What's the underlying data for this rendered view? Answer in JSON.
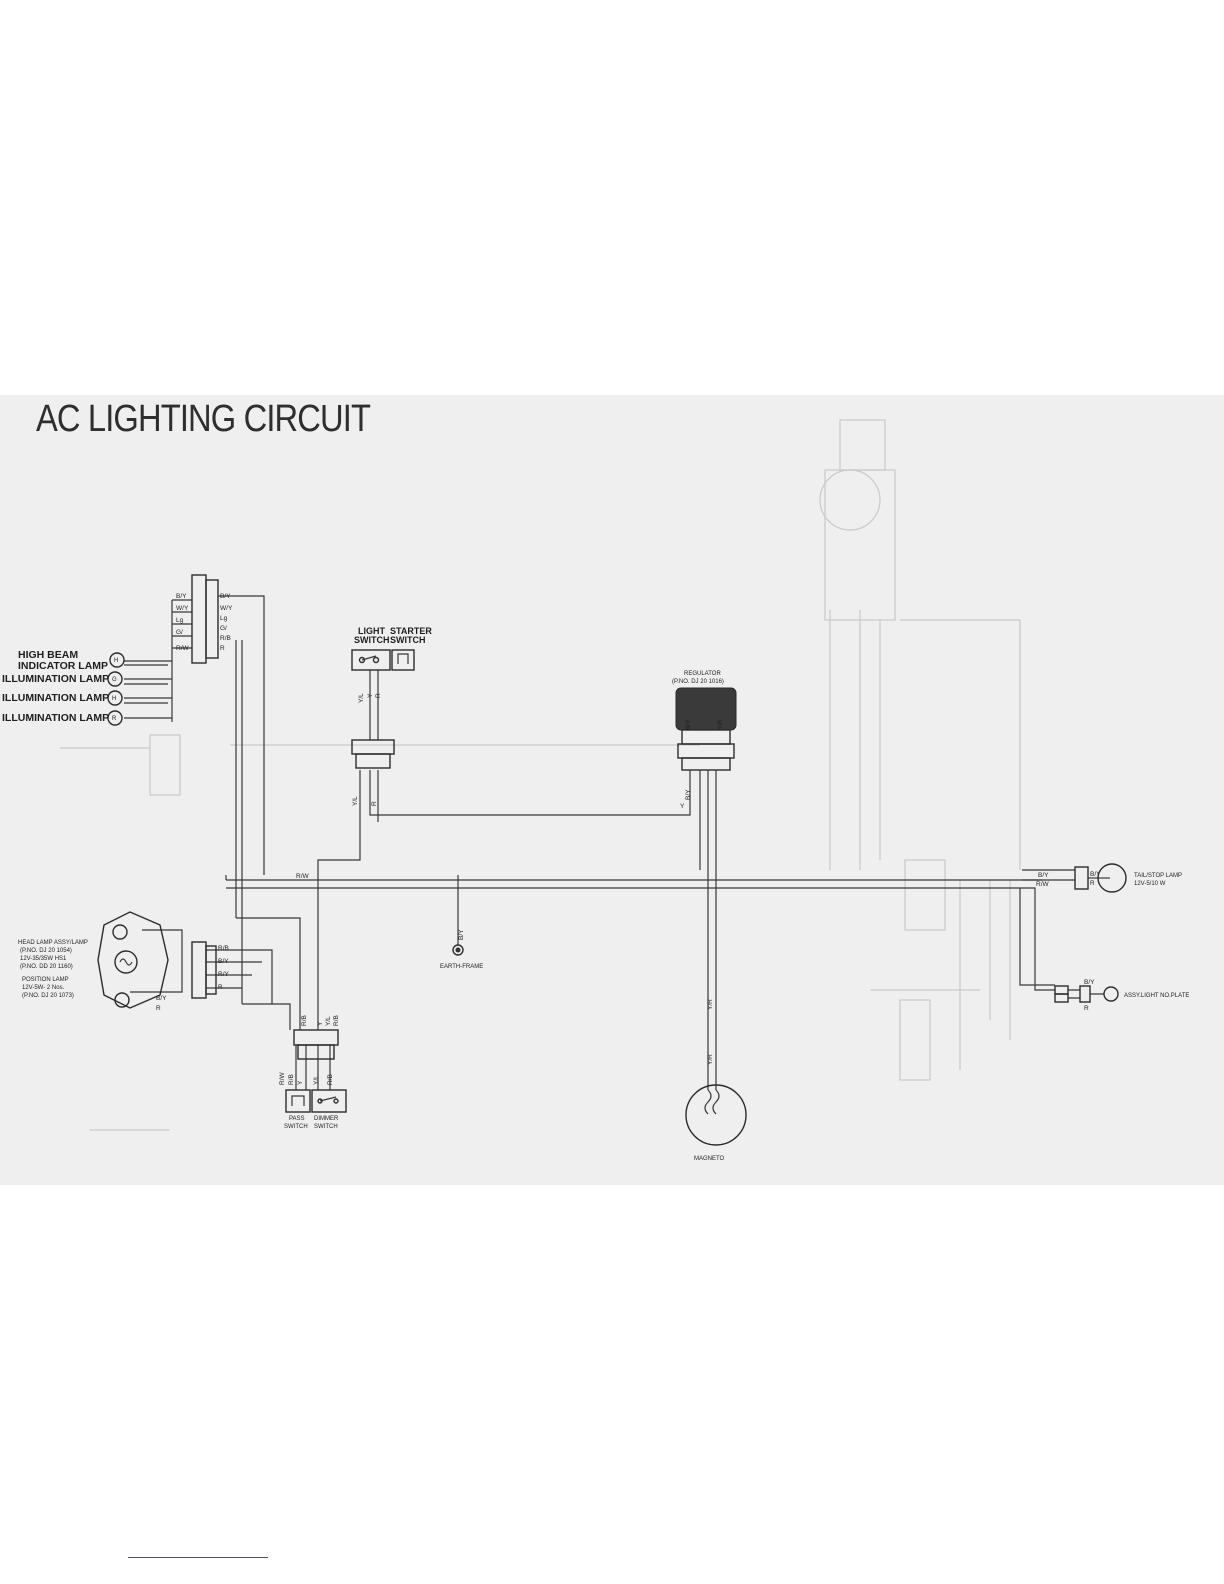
{
  "title": "AC LIGHTING CIRCUIT",
  "components": {
    "high_beam_indicator": {
      "line1": "HIGH BEAM",
      "line2": "INDICATOR LAMP"
    },
    "illumination_lamps": [
      "ILLUMINATION LAMP",
      "ILLUMINATION LAMP",
      "ILLUMINATION LAMP"
    ],
    "light_switch": {
      "line1": "LIGHT",
      "line2": "SWITCH"
    },
    "starter_switch": {
      "line1": "STARTER",
      "line2": "SWITCH"
    },
    "regulator": {
      "name": "REGULATOR",
      "part_no": "(P.NO. DJ 20 1016)"
    },
    "head_lamp": {
      "lines": [
        "HEAD LAMP ASSY/LAMP",
        "(P.NO. DJ 20 1054)",
        "12V-35/35W HS1",
        "(P.NO. DD 20 1160)"
      ],
      "position_lamp": [
        "POSITION LAMP",
        "12V-5W- 2 Nos.",
        "(P.NO. DJ 20 1073)"
      ]
    },
    "earth_frame": "EARTH-FRAME",
    "magneto": "MAGNETO",
    "pass_switch": {
      "line1": "PASS",
      "line2": "SWITCH"
    },
    "dimmer_switch": {
      "line1": "DIMMER",
      "line2": "SWITCH"
    },
    "tail_stop_lamp": {
      "line1": "TAIL/STOP LAMP",
      "line2": "12V-5/10 W"
    },
    "number_plate_light": "ASSY.LIGHT NO.PLATE"
  },
  "wire_codes": {
    "left_connector_in": [
      "B/Y",
      "W/Y",
      "Lg",
      "G/",
      "R/W"
    ],
    "left_connector_out": [
      "B/Y",
      "W/Y",
      "Lg",
      "G/",
      "R/B",
      "R"
    ],
    "light_switch_wires": [
      "Y/L",
      "Y",
      "R"
    ],
    "lower_connector_wires": [
      "Y/L",
      "R"
    ],
    "regulator_wires": [
      "B/Y",
      "Y/R",
      "Y",
      "B/Y"
    ],
    "main_wire": "R/W",
    "head_lamp_connector": [
      "R/B",
      "B/Y",
      "R/Y",
      "R"
    ],
    "head_lamp_side": [
      "B/Y",
      "R"
    ],
    "earth_wire": "B/Y",
    "magneto_wires": [
      "Y/R",
      "Y/R"
    ],
    "pass_dimmer_wires": [
      "R/B",
      "Y",
      "Y/L",
      "R/B"
    ],
    "pass_dimmer_lower": [
      "R/W",
      "R/B",
      "Y",
      "Y/L",
      "R/B"
    ],
    "tail_wires": [
      "B/Y",
      "R/W"
    ],
    "tail_wires_right": [
      "B/Y",
      "R"
    ],
    "plate_wires": [
      "B/Y",
      "R"
    ]
  }
}
